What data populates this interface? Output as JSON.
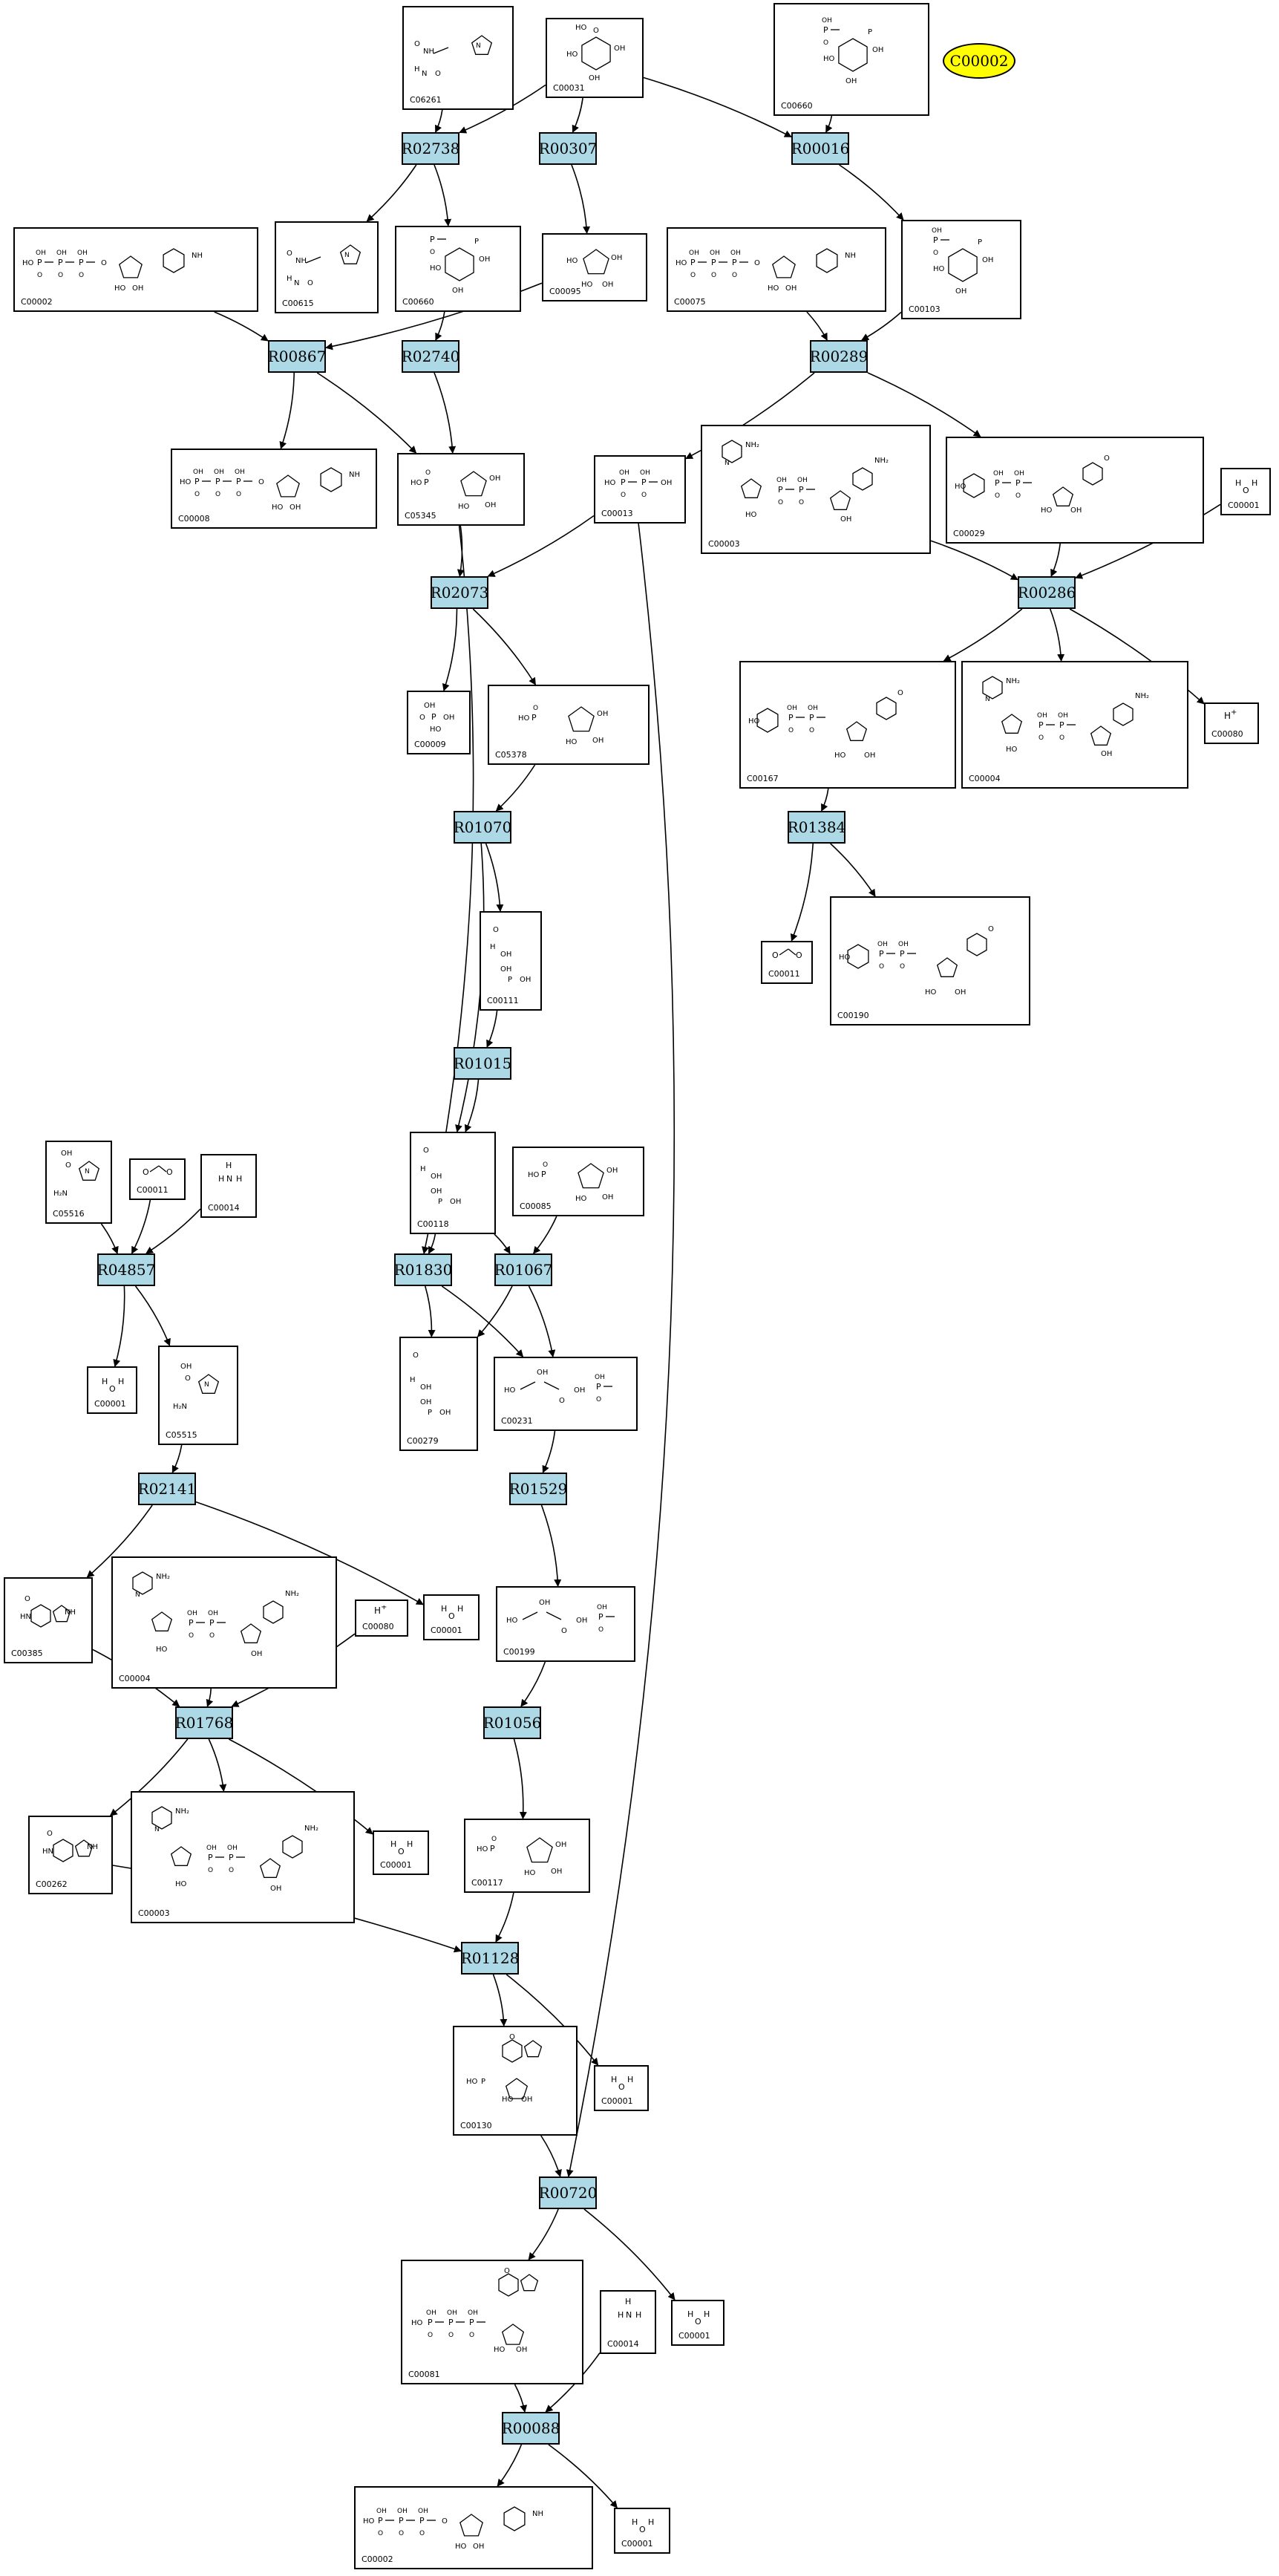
{
  "legend": {
    "compound": "C00002"
  },
  "reactions": [
    {
      "id": "R02738",
      "label": "R02738"
    },
    {
      "id": "R00307",
      "label": "R00307"
    },
    {
      "id": "R00016",
      "label": "R00016"
    },
    {
      "id": "R00867",
      "label": "R00867"
    },
    {
      "id": "R02740",
      "label": "R02740"
    },
    {
      "id": "R00289",
      "label": "R00289"
    },
    {
      "id": "R02073",
      "label": "R02073"
    },
    {
      "id": "R00286",
      "label": "R00286"
    },
    {
      "id": "R01070",
      "label": "R01070"
    },
    {
      "id": "R01384",
      "label": "R01384"
    },
    {
      "id": "R01015",
      "label": "R01015"
    },
    {
      "id": "R04857",
      "label": "R04857"
    },
    {
      "id": "R01830",
      "label": "R01830"
    },
    {
      "id": "R01067",
      "label": "R01067"
    },
    {
      "id": "R02141",
      "label": "R02141"
    },
    {
      "id": "R01529",
      "label": "R01529"
    },
    {
      "id": "R01768",
      "label": "R01768"
    },
    {
      "id": "R01056",
      "label": "R01056"
    },
    {
      "id": "R01128",
      "label": "R01128"
    },
    {
      "id": "R00720",
      "label": "R00720"
    },
    {
      "id": "R00088",
      "label": "R00088"
    }
  ],
  "compounds": [
    {
      "key": "c06261",
      "label": "C06261",
      "kind": "peptide"
    },
    {
      "key": "c00031",
      "label": "C00031",
      "kind": "sugar"
    },
    {
      "key": "c00660_top",
      "label": "C00660",
      "kind": "sugarP"
    },
    {
      "key": "c00002_a",
      "label": "C00002",
      "kind": "ntp"
    },
    {
      "key": "c00615",
      "label": "C00615",
      "kind": "peptide"
    },
    {
      "key": "c00660_b",
      "label": "C00660",
      "kind": "sugarP"
    },
    {
      "key": "c00095",
      "label": "C00095",
      "kind": "furanose"
    },
    {
      "key": "c00075",
      "label": "C00075",
      "kind": "ntp"
    },
    {
      "key": "c00103",
      "label": "C00103",
      "kind": "sugarP"
    },
    {
      "key": "c00008",
      "label": "C00008",
      "kind": "ntp"
    },
    {
      "key": "c05345",
      "label": "C05345",
      "kind": "furanoseP"
    },
    {
      "key": "c00013",
      "label": "C00013",
      "kind": "ppi"
    },
    {
      "key": "c00003_a",
      "label": "C00003",
      "kind": "nad"
    },
    {
      "key": "c00029",
      "label": "C00029",
      "kind": "udpglc"
    },
    {
      "key": "c00001_a",
      "label": "C00001",
      "kind": "water"
    },
    {
      "key": "c00009",
      "label": "C00009",
      "kind": "pi"
    },
    {
      "key": "c05378",
      "label": "C05378",
      "kind": "furanoseP"
    },
    {
      "key": "c00167",
      "label": "C00167",
      "kind": "udpglc"
    },
    {
      "key": "c00004_a",
      "label": "C00004",
      "kind": "nad"
    },
    {
      "key": "c00080_a",
      "label": "C00080",
      "kind": "proton"
    },
    {
      "key": "c00111",
      "label": "C00111",
      "kind": "chain"
    },
    {
      "key": "c00011_a",
      "label": "C00011",
      "kind": "co2"
    },
    {
      "key": "c00190",
      "label": "C00190",
      "kind": "udpglc"
    },
    {
      "key": "c05516",
      "label": "C05516",
      "kind": "imidazole"
    },
    {
      "key": "c00011_b",
      "label": "C00011",
      "kind": "co2"
    },
    {
      "key": "c00014_a",
      "label": "C00014",
      "kind": "ammonia"
    },
    {
      "key": "c00118",
      "label": "C00118",
      "kind": "chain"
    },
    {
      "key": "c00085",
      "label": "C00085",
      "kind": "furanoseP"
    },
    {
      "key": "c00001_b",
      "label": "C00001",
      "kind": "water"
    },
    {
      "key": "c05515",
      "label": "C05515",
      "kind": "imidazole"
    },
    {
      "key": "c00279",
      "label": "C00279",
      "kind": "chain"
    },
    {
      "key": "c00231",
      "label": "C00231",
      "kind": "chainH"
    },
    {
      "key": "c00385",
      "label": "C00385",
      "kind": "purine"
    },
    {
      "key": "c00004_b",
      "label": "C00004",
      "kind": "nad"
    },
    {
      "key": "c00080_b",
      "label": "C00080",
      "kind": "proton"
    },
    {
      "key": "c00001_c",
      "label": "C00001",
      "kind": "water"
    },
    {
      "key": "c00199",
      "label": "C00199",
      "kind": "chainH"
    },
    {
      "key": "c00262",
      "label": "C00262",
      "kind": "purine"
    },
    {
      "key": "c00003_b",
      "label": "C00003",
      "kind": "nad"
    },
    {
      "key": "c00001_d",
      "label": "C00001",
      "kind": "water"
    },
    {
      "key": "c00117",
      "label": "C00117",
      "kind": "furanoseP"
    },
    {
      "key": "c00130",
      "label": "C00130",
      "kind": "imp"
    },
    {
      "key": "c00001_e",
      "label": "C00001",
      "kind": "water"
    },
    {
      "key": "c00081",
      "label": "C00081",
      "kind": "itp"
    },
    {
      "key": "c00014_b",
      "label": "C00014",
      "kind": "ammonia"
    },
    {
      "key": "c00001_f",
      "label": "C00001",
      "kind": "water"
    },
    {
      "key": "c00002_b",
      "label": "C00002",
      "kind": "ntp"
    },
    {
      "key": "c00001_g",
      "label": "C00001",
      "kind": "water"
    }
  ],
  "edges": [
    [
      "c06261",
      "R02738"
    ],
    [
      "c00031",
      "R02738"
    ],
    [
      "c00031",
      "R00307"
    ],
    [
      "c00031",
      "R00016"
    ],
    [
      "c00660_top",
      "R00016"
    ],
    [
      "R02738",
      "c00615"
    ],
    [
      "R02738",
      "c00660_b"
    ],
    [
      "R00307",
      "c00095"
    ],
    [
      "R00016",
      "c00103"
    ],
    [
      "c00002_a",
      "R00867"
    ],
    [
      "c00095",
      "R00867"
    ],
    [
      "c00660_b",
      "R02740"
    ],
    [
      "c00075",
      "R00289"
    ],
    [
      "c00103",
      "R00289"
    ],
    [
      "R00867",
      "c00008"
    ],
    [
      "R00867",
      "c05345"
    ],
    [
      "R02740",
      "c05345"
    ],
    [
      "R00289",
      "c00013"
    ],
    [
      "R00289",
      "c00029"
    ],
    [
      "c05345",
      "R02073"
    ],
    [
      "c00013",
      "R02073"
    ],
    [
      "c00013",
      "R00720"
    ],
    [
      "c05345",
      "R01830"
    ],
    [
      "c00003_a",
      "R00286"
    ],
    [
      "c00029",
      "R00286"
    ],
    [
      "c00001_a",
      "R00286"
    ],
    [
      "R02073",
      "c00009"
    ],
    [
      "R02073",
      "c05378"
    ],
    [
      "R00286",
      "c00167"
    ],
    [
      "R00286",
      "c00004_a"
    ],
    [
      "R00286",
      "c00080_a"
    ],
    [
      "c05378",
      "R01070"
    ],
    [
      "c00167",
      "R01384"
    ],
    [
      "R01070",
      "c00111"
    ],
    [
      "R01070",
      "c00118"
    ],
    [
      "R01384",
      "c00011_a"
    ],
    [
      "R01384",
      "c00190"
    ],
    [
      "c00111",
      "R01015"
    ],
    [
      "R01015",
      "c00118"
    ],
    [
      "c05516",
      "R04857"
    ],
    [
      "c00011_b",
      "R04857"
    ],
    [
      "c00014_a",
      "R04857"
    ],
    [
      "c00118",
      "R01830"
    ],
    [
      "c00118",
      "R01067"
    ],
    [
      "c00085",
      "R01067"
    ],
    [
      "R04857",
      "c00001_b"
    ],
    [
      "R04857",
      "c05515"
    ],
    [
      "R01830",
      "c00279"
    ],
    [
      "R01830",
      "c00231"
    ],
    [
      "R01067",
      "c00279"
    ],
    [
      "R01067",
      "c00231"
    ],
    [
      "c05515",
      "R02141"
    ],
    [
      "c00231",
      "R01529"
    ],
    [
      "R02141",
      "c00385"
    ],
    [
      "R02141",
      "c00001_c"
    ],
    [
      "c00385",
      "R01768"
    ],
    [
      "c00004_b",
      "R01768"
    ],
    [
      "c00080_b",
      "R01768"
    ],
    [
      "R01529",
      "c00199"
    ],
    [
      "c00199",
      "R01056"
    ],
    [
      "R01768",
      "c00262"
    ],
    [
      "R01768",
      "c00003_b"
    ],
    [
      "R01768",
      "c00001_d"
    ],
    [
      "R01056",
      "c00117"
    ],
    [
      "c00262",
      "R01128"
    ],
    [
      "c00117",
      "R01128"
    ],
    [
      "R01128",
      "c00130"
    ],
    [
      "R01128",
      "c00001_e"
    ],
    [
      "c00130",
      "R00720"
    ],
    [
      "R00720",
      "c00081"
    ],
    [
      "R00720",
      "c00001_f"
    ],
    [
      "c00081",
      "R00088"
    ],
    [
      "c00014_b",
      "R00088"
    ],
    [
      "R00088",
      "c00002_b"
    ],
    [
      "R00088",
      "c00001_g"
    ]
  ]
}
